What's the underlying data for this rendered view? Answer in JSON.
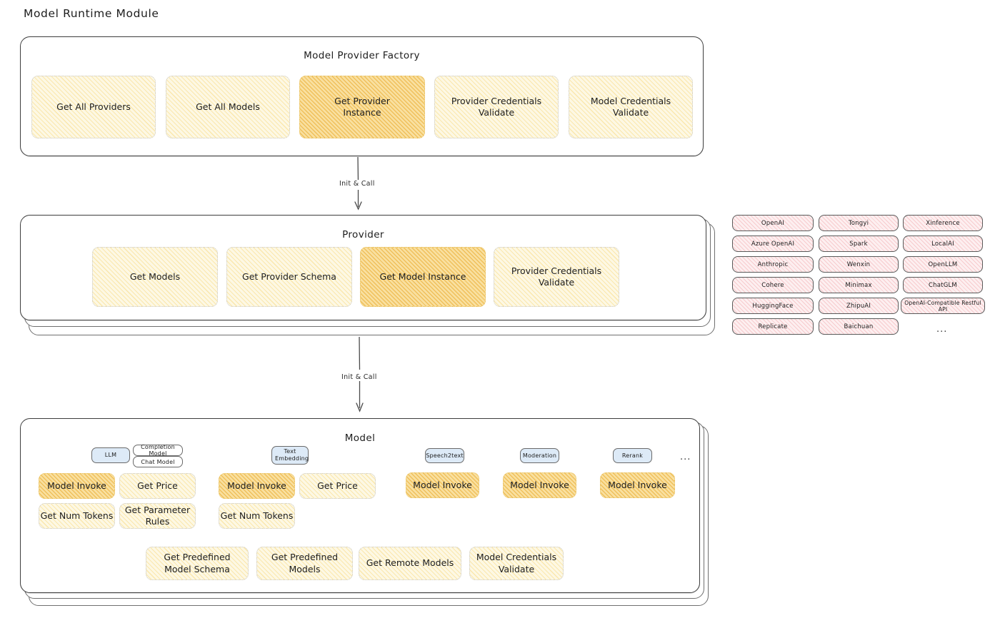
{
  "page": {
    "title": "Model Runtime Module"
  },
  "factory": {
    "title": "Model Provider Factory",
    "nodes": [
      {
        "label": "Get All Providers",
        "highlighted": false
      },
      {
        "label": "Get All Models",
        "highlighted": false
      },
      {
        "label": "Get Provider Instance",
        "highlighted": true
      },
      {
        "label": "Provider Credentials Validate",
        "highlighted": false
      },
      {
        "label": "Model Credentials Validate",
        "highlighted": false
      }
    ]
  },
  "arrows": [
    {
      "label": "Init & Call"
    },
    {
      "label": "Init & Call"
    }
  ],
  "provider": {
    "title": "Provider",
    "nodes": [
      {
        "label": "Get Models",
        "highlighted": false
      },
      {
        "label": "Get Provider Schema",
        "highlighted": false
      },
      {
        "label": "Get Model Instance",
        "highlighted": true
      },
      {
        "label": "Provider Credentials Validate",
        "highlighted": false
      }
    ]
  },
  "provider_list": {
    "columns": [
      [
        "OpenAI",
        "Azure OpenAI",
        "Anthropic",
        "Cohere",
        "HuggingFace",
        "Replicate"
      ],
      [
        "Tongyi",
        "Spark",
        "Wenxin",
        "Minimax",
        "ZhipuAI",
        "Baichuan"
      ],
      [
        "Xinference",
        "LocalAI",
        "OpenLLM",
        "ChatGLM",
        "OpenAI-Compatible Restful API"
      ]
    ],
    "more": "..."
  },
  "model": {
    "title": "Model",
    "more": "...",
    "types": [
      {
        "badge": "LLM",
        "sub_badges": [
          "Completion Model",
          "Chat Model"
        ],
        "ops": [
          "Model Invoke",
          "Get Price",
          "Get Num Tokens",
          "Get Parameter Rules"
        ]
      },
      {
        "badge": "Text Embedding",
        "sub_badges": [],
        "ops": [
          "Model Invoke",
          "Get Price",
          "Get Num Tokens"
        ]
      },
      {
        "badge": "Speech2text",
        "sub_badges": [],
        "ops": [
          "Model Invoke"
        ]
      },
      {
        "badge": "Moderation",
        "sub_badges": [],
        "ops": [
          "Model Invoke"
        ]
      },
      {
        "badge": "Rerank",
        "sub_badges": [],
        "ops": [
          "Model Invoke"
        ]
      }
    ],
    "shared_ops": [
      "Get Predefined Model Schema",
      "Get Predefined Models",
      "Get Remote Models",
      "Model Credentials Validate"
    ]
  },
  "colors": {
    "node_fill": "#fdf8e4",
    "node_highlight_fill": "#f9e0a0",
    "provider_chip_fill": "#fdeff0",
    "badge_blue_fill": "#ddeaf7",
    "container_border": "#3d3d3d"
  }
}
